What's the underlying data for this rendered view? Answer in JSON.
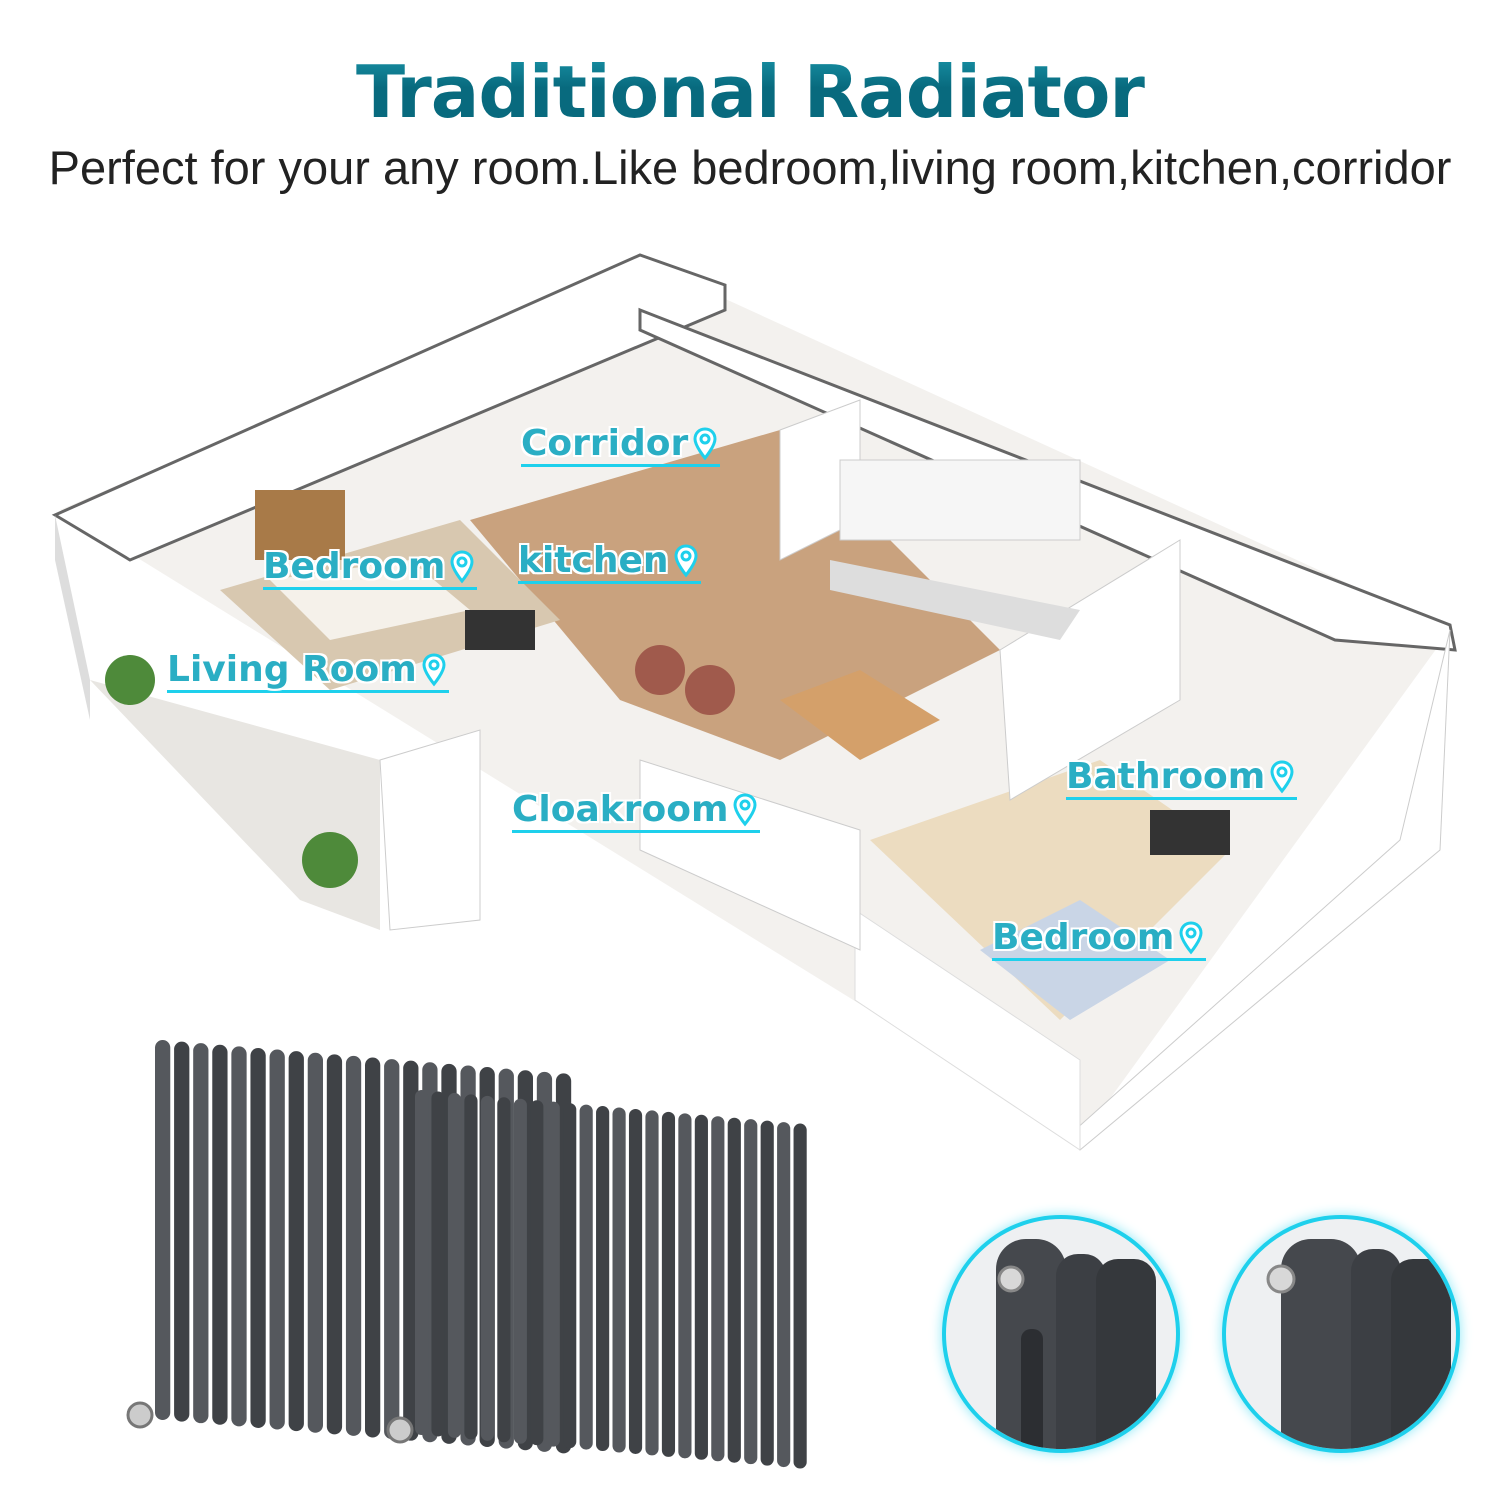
{
  "header": {
    "title": "Traditional Radiator",
    "subtitle": "Perfect for your any room.Like bedroom,living room,kitchen,corridor"
  },
  "rooms": [
    {
      "label": "Corridor",
      "icon": "map-pin-icon"
    },
    {
      "label": "Bedroom",
      "icon": "map-pin-icon"
    },
    {
      "label": "kitchen",
      "icon": "map-pin-icon"
    },
    {
      "label": "Living Room",
      "icon": "map-pin-icon"
    },
    {
      "label": "Bathroom",
      "icon": "map-pin-icon"
    },
    {
      "label": "Cloakroom",
      "icon": "map-pin-icon"
    },
    {
      "label": "Bedroom",
      "icon": "map-pin-icon"
    }
  ],
  "colors": {
    "title": "#0a6e82",
    "label": "#2aaec4",
    "underline": "#1ed0ec",
    "radiator": "#4a4d52"
  }
}
